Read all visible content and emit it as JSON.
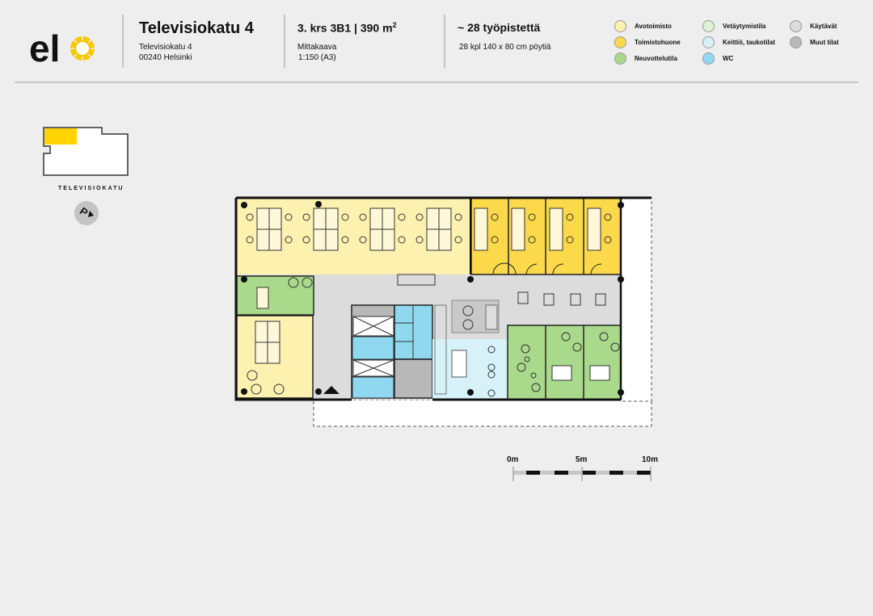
{
  "logo": {
    "text": "elo",
    "colors": {
      "letters": "#111111",
      "sun": "#f5c800"
    }
  },
  "header": {
    "title": "Televisiokatu 4",
    "address_line1": "Televisiokatu 4",
    "address_line2": "00240 Helsinki",
    "floor_info": "3. krs  3B1 | 390 m",
    "floor_info_sup": "2",
    "scale_label": "Mittakaava",
    "scale_value": "1:150 (A3)",
    "workstations": "~ 28 työpistettä",
    "desks": "28 kpl 140 x 80 cm pöytiä"
  },
  "legend": [
    {
      "label": "Avotoimisto",
      "color": "#fdf1b0"
    },
    {
      "label": "Toimistohuone",
      "color": "#fbd94a"
    },
    {
      "label": "Neuvottelutila",
      "color": "#a9d98a"
    },
    {
      "label": "Vetäytymistila",
      "color": "#dff2d3"
    },
    {
      "label": "Keittiö, taukotilat",
      "color": "#d6f1f8"
    },
    {
      "label": "WC",
      "color": "#8fd8f0"
    },
    {
      "label": "Käytävät",
      "color": "#dcdcdc"
    },
    {
      "label": "Muut tilat",
      "color": "#b8b8b8"
    }
  ],
  "keyplan": {
    "street": "TELEVISIOKATU",
    "highlight": "#ffd400"
  },
  "scalebar": {
    "labels": [
      "0m",
      "5m",
      "10m"
    ]
  },
  "colors": {
    "open": "#fdf1b0",
    "office": "#fbd94a",
    "meeting": "#a9d98a",
    "kitchen": "#d6f1f8",
    "wc": "#8fd8f0",
    "corridor": "#dcdcdc",
    "other": "#b8b8b8"
  }
}
